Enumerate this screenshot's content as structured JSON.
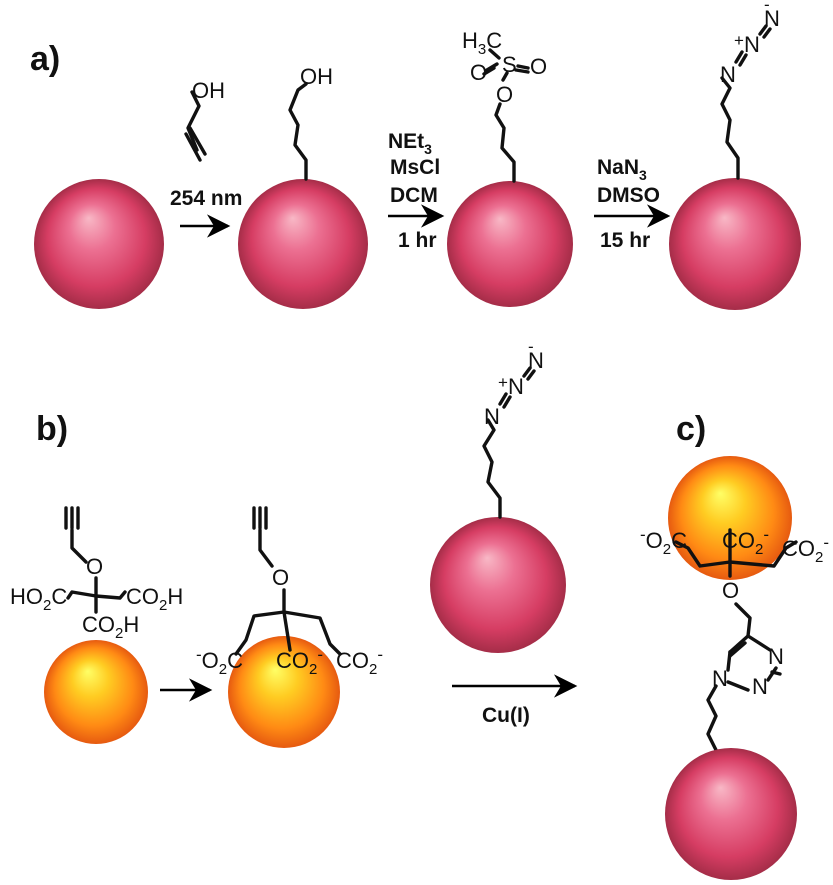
{
  "panels": {
    "a": "a)",
    "b": "b)",
    "c": "c)"
  },
  "steps": {
    "uv": {
      "reagent_oh": "OH",
      "condition": "254 nm"
    },
    "mesylation": {
      "line1": "NEt",
      "line1_sub": "3",
      "line2": "MsCl",
      "line3": "DCM",
      "time": "1 hr"
    },
    "azidation": {
      "line1": "NaN",
      "line1_sub": "3",
      "line2": "DMSO",
      "time": "15 hr"
    },
    "click": {
      "catalyst": "Cu(I)"
    }
  },
  "labels": {
    "oh": "OH",
    "h3c": "H",
    "h3c_sub": "3",
    "h3c_c": "C",
    "s": "S",
    "o": "O",
    "n": "N",
    "plus": "+",
    "minus": "-",
    "ho2c": "HO",
    "ho2c_sub": "2",
    "ho2c_c": "C",
    "co2h": "CO",
    "co2h_sub": "2",
    "co2h_h": "H",
    "co2_minus_left": "O",
    "co2_minus_left_sub": "2",
    "co2_minus_left_c": "C",
    "co2": "CO",
    "co2_sub": "2"
  },
  "colors": {
    "pink_center": "#f8b8c6",
    "pink_mid": "#e24d72",
    "pink_edge": "#a52d48",
    "gold_center": "#ffff66",
    "gold_mid": "#ffb319",
    "gold_edge": "#f06414",
    "bond": "#111111"
  }
}
